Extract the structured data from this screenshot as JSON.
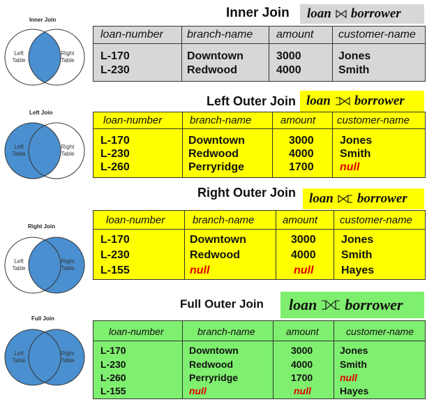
{
  "venns": [
    {
      "title": "Inner Join",
      "left": "Left Table",
      "right": "Right Table",
      "fill": "inner"
    },
    {
      "title": "Left Join",
      "left": "Left Table",
      "right": "Right Table",
      "fill": "left"
    },
    {
      "title": "Right Join",
      "left": "Left Table",
      "right": "Right Table",
      "fill": "right"
    },
    {
      "title": "Full Join",
      "left": "Left Table",
      "right": "Right Table",
      "fill": "full"
    }
  ],
  "colors": {
    "venn_fill": "#4a8fcf",
    "gray": "#d7d7d9",
    "yellow": "#ffff00",
    "green": "#7fef6f",
    "null": "#e00000"
  },
  "sections": [
    {
      "title": "Inner Join",
      "expr": {
        "left": "loan",
        "right": "borrower",
        "symbol": "natural-join-icon"
      },
      "headers": [
        "loan-number",
        "branch-name",
        "amount",
        "customer-name"
      ],
      "rows": [
        [
          "L-170",
          "Downtown",
          "3000",
          "Jones"
        ],
        [
          "L-230",
          "Redwood",
          "4000",
          "Smith"
        ]
      ]
    },
    {
      "title": "Left Outer Join",
      "expr": {
        "left": "loan",
        "right": "borrower",
        "symbol": "left-outer-join-icon"
      },
      "headers": [
        "loan-number",
        "branch-name",
        "amount",
        "customer-name"
      ],
      "rows": [
        [
          "L-170",
          "Downtown",
          "3000",
          "Jones"
        ],
        [
          "L-230",
          "Redwood",
          "4000",
          "Smith"
        ],
        [
          "L-260",
          "Perryridge",
          "1700",
          "null"
        ]
      ]
    },
    {
      "title": "Right Outer Join",
      "expr": {
        "left": "loan",
        "right": "borrower",
        "symbol": "right-outer-join-icon"
      },
      "headers": [
        "loan-number",
        "branch-name",
        "amount",
        "customer-name"
      ],
      "rows": [
        [
          "L-170",
          "Downtown",
          "3000",
          "Jones"
        ],
        [
          "L-230",
          "Redwood",
          "4000",
          "Smith"
        ],
        [
          "L-155",
          "null",
          "null",
          "Hayes"
        ]
      ]
    },
    {
      "title": "Full Outer Join",
      "expr": {
        "left": "loan",
        "right": "borrower",
        "symbol": "full-outer-join-icon"
      },
      "headers": [
        "loan-number",
        "branch-name",
        "amount",
        "customer-name"
      ],
      "rows": [
        [
          "L-170",
          "Downtown",
          "3000",
          "Jones"
        ],
        [
          "L-230",
          "Redwood",
          "4000",
          "Smith"
        ],
        [
          "L-260",
          "Perryridge",
          "1700",
          "null"
        ],
        [
          "L-155",
          "null",
          "null",
          "Hayes"
        ]
      ]
    }
  ]
}
